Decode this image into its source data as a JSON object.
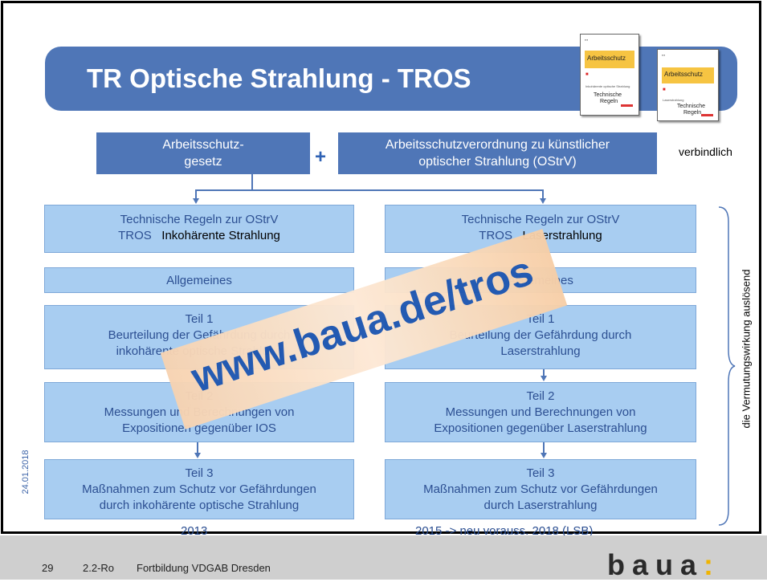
{
  "title": "TR Optische Strahlung  -  TROS",
  "docs": [
    {
      "header": "Arbeitsschutz",
      "sub": "Inkohärente optische Strahlung",
      "title1": "Technische",
      "title2": "Regeln"
    },
    {
      "header": "Arbeitsschutz",
      "sub": "Laserstrahlung",
      "title1": "Technische",
      "title2": "Regeln"
    }
  ],
  "top": {
    "box1_l1": "Arbeitsschutz-",
    "box1_l2": "gesetz",
    "plus": "+",
    "box2_l1": "Arbeitsschutzverordnung zu künstlicher",
    "box2_l2": "optischer Strahlung (OStrV)",
    "verbindlich": "verbindlich"
  },
  "left": {
    "head_l1": "Technische Regeln zur OStrV",
    "head_tros": "TROS",
    "head_type": "Inkohärente Strahlung",
    "allgemein": "Allgemeines",
    "t1_l1": "Teil 1",
    "t1_l2": "Beurteilung der Gefährdung durch",
    "t1_l3": "inkohärente optische Strahlung",
    "t2_l1": "Teil 2",
    "t2_l2": "Messungen und Berechnungen von",
    "t2_l3": "Expositionen gegenüber IOS",
    "t3_l1": "Teil 3",
    "t3_l2": "Maßnahmen zum Schutz vor Gefährdungen",
    "t3_l3": "durch inkohärente optische Strahlung",
    "year": "2013"
  },
  "right": {
    "head_l1": "Technische Regeln zur OStrV",
    "head_tros": "TROS",
    "head_type": "Laserstrahlung",
    "allgemein": "Allgemeines",
    "t1_l1": "Teil 1",
    "t1_l2": "Beurteilung der Gefährdung durch",
    "t1_l3": "Laserstrahlung",
    "t2_l1": "Teil 2",
    "t2_l2": "Messungen und Berechnungen von",
    "t2_l3": "Expositionen gegenüber Laserstrahlung",
    "t3_l1": "Teil 3",
    "t3_l2": "Maßnahmen zum Schutz vor Gefährdungen",
    "t3_l3": "durch Laserstrahlung",
    "year": "2015 -> neu vorauss. 2018 (LSB)"
  },
  "side": {
    "vertical": "die Vermutungswirkung auslösend",
    "date": "24.01.2018"
  },
  "stamp": "www.baua.de/tros",
  "footer": {
    "page": "29",
    "code": "2.2-Ro",
    "event": "Fortbildung VDGAB Dresden",
    "logo": "baua",
    "logo_colon": ":"
  },
  "colors": {
    "blue": "#4f76b7",
    "light_blue": "#a8cdf1",
    "logo_colon": "#f0b400"
  }
}
